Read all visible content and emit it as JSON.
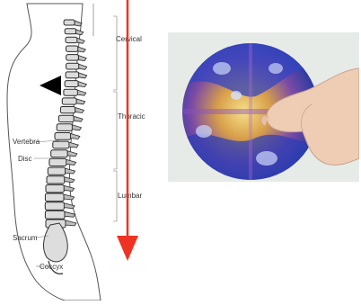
{
  "spine": {
    "region_labels": {
      "cervical": "Cervical",
      "thoracic": "Thoracic",
      "lumbar": "Lumbar"
    },
    "part_labels": {
      "vertebra": "Vertebra",
      "disc": "Disc",
      "sacrum": "Sacrum",
      "coccyx": "Coccyx"
    }
  },
  "colors": {
    "arrow": "#ee3322",
    "pointer": "#000000",
    "outline": "#444444",
    "bone": "#2a2a2a"
  },
  "icons": {
    "pointer": "left-pointing-triangle-icon",
    "direction": "down-arrow-icon"
  }
}
